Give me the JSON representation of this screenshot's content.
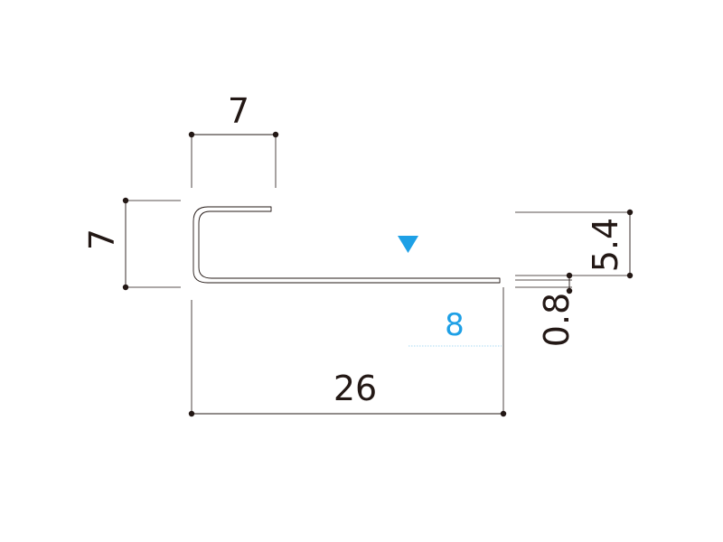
{
  "dimensions": {
    "top_flange_width": "7",
    "overall_height": "7",
    "overall_length": "26",
    "right_height": "5.4",
    "thickness": "0.8",
    "accent_value": "8"
  },
  "colors": {
    "line": "#231815",
    "accent": "#1ea0e6"
  }
}
